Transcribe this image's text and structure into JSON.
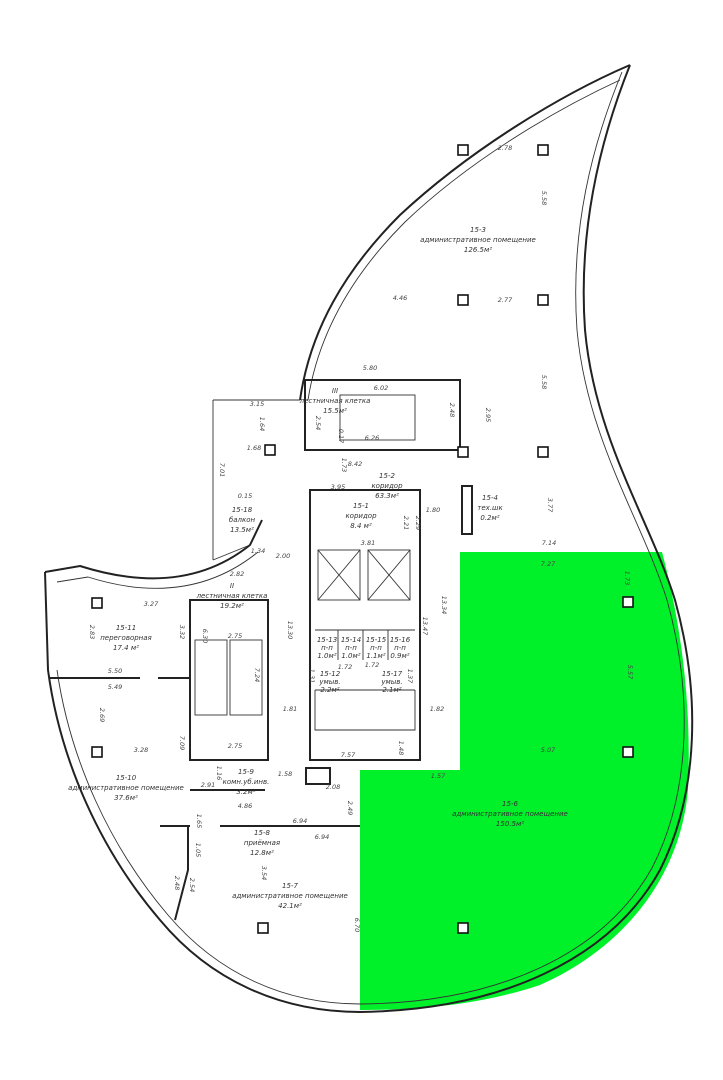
{
  "highlight_color": "#00f02a",
  "rooms": [
    {
      "id": "15-3",
      "name": "административное помещение",
      "area": "126.5м²"
    },
    {
      "id": "III",
      "name": "лестничная клетка",
      "area": "15.5м²"
    },
    {
      "id": "15-2",
      "name": "коридор",
      "area": "63.3м²"
    },
    {
      "id": "15-1",
      "name": "коридор",
      "area": "8.4 м²"
    },
    {
      "id": "15-18",
      "name": "балкон",
      "area": "13.5м²"
    },
    {
      "id": "15-4",
      "name": "тех.шк",
      "area": "0.2м²"
    },
    {
      "id": "II",
      "name": "лестничная клетка",
      "area": "19.2м²"
    },
    {
      "id": "15-11",
      "name": "переговорная",
      "area": "17.4 м²"
    },
    {
      "id": "15-10",
      "name": "административное помещение",
      "area": "37.6м²"
    },
    {
      "id": "15-9",
      "name": "комн.уб.инв.",
      "area": "3.2м²"
    },
    {
      "id": "15-8",
      "name": "приёмная",
      "area": "12.8м²"
    },
    {
      "id": "15-7",
      "name": "административное помещение",
      "area": "42.1м²"
    },
    {
      "id": "15-6",
      "name": "административное помещение",
      "area": "150.5м²"
    },
    {
      "id": "15-13",
      "name": "п-п",
      "area": "1.0м²"
    },
    {
      "id": "15-14",
      "name": "п-п",
      "area": "1.0м²"
    },
    {
      "id": "15-15",
      "name": "п-п",
      "area": "1.1м²"
    },
    {
      "id": "15-16",
      "name": "п-п",
      "area": "0.9м²"
    },
    {
      "id": "15-12",
      "name": "умыв.",
      "area": "2.2м²"
    },
    {
      "id": "15-17",
      "name": "умыв.",
      "area": "2.1м²"
    }
  ],
  "dimensions": [
    "2.78",
    "5.58",
    "4.46",
    "2.77",
    "5.58",
    "5.80",
    "6.02",
    "2.48",
    "2.95",
    "3.15",
    "1.64",
    "2.54",
    "0.17",
    "6.26",
    "1.68",
    "7.01",
    "1.73",
    "8.42",
    "3.95",
    "2.21",
    "2.29",
    "1.80",
    "3.77",
    "7.14",
    "0.15",
    "3.81",
    "1.34",
    "2.00",
    "2.82",
    "3.27",
    "2.83",
    "3.32",
    "6.30",
    "2.75",
    "13.30",
    "5.50",
    "5.49",
    "7.24",
    "2.69",
    "1.81",
    "3.28",
    "7.09",
    "2.75",
    "1.16",
    "2.91",
    "4.86",
    "1.58",
    "13.34",
    "13.47",
    "1.31",
    "1.72",
    "1.72",
    "1.37",
    "1.82",
    "7.57",
    "1.48",
    "2.08",
    "1.57",
    "2.49",
    "1.65",
    "6.94",
    "6.94",
    "1.05",
    "2.48",
    "2.54",
    "3.54",
    "6.70",
    "7.27",
    "1.73",
    "5.57",
    "5.07"
  ]
}
